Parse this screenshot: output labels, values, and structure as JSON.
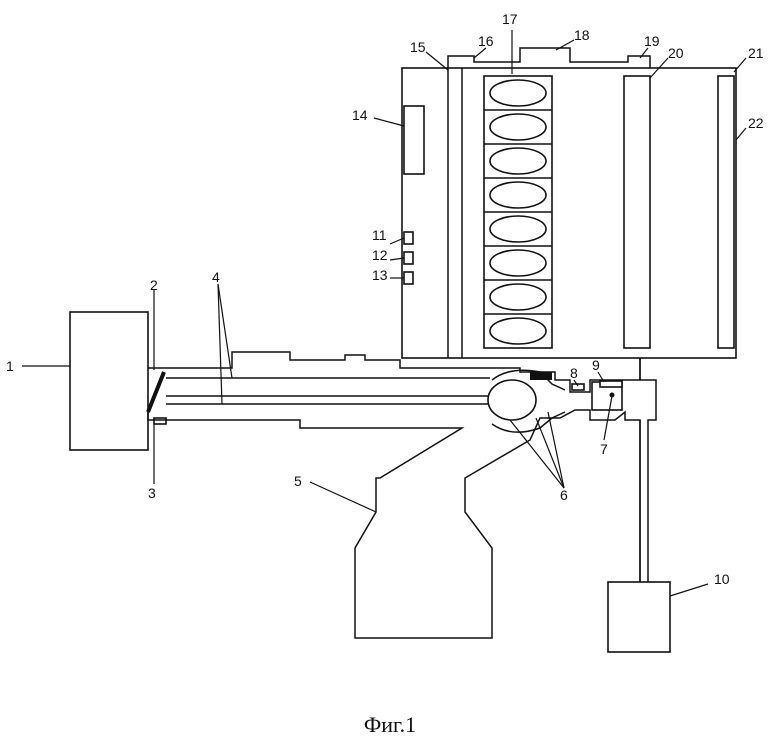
{
  "figure": {
    "caption": "Фиг.1",
    "labels": [
      "1",
      "2",
      "3",
      "4",
      "5",
      "6",
      "7",
      "8",
      "9",
      "10",
      "11",
      "12",
      "13",
      "14",
      "15",
      "16",
      "17",
      "18",
      "19",
      "20",
      "21",
      "22"
    ]
  },
  "stack_cells": 8
}
